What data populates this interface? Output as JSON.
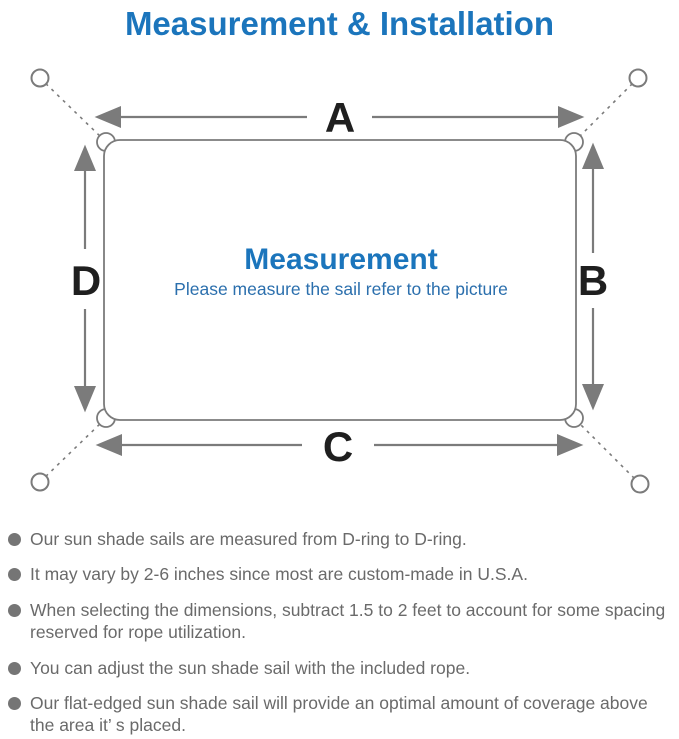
{
  "title": "Measurement & Installation",
  "diagram": {
    "label_a": "A",
    "label_b": "B",
    "label_c": "C",
    "label_d": "D",
    "center_heading": "Measurement",
    "center_subtitle": "Please measure the sail refer to the picture"
  },
  "bullets": [
    "Our sun shade sails are measured from D-ring to D-ring.",
    "It may vary by 2-6 inches since most are custom-made in U.S.A.",
    "When selecting the dimensions, subtract 1.5 to 2 feet to account for some spacing reserved for rope utilization.",
    "You can adjust the sun shade sail with the included rope.",
    "Our flat-edged sun shade sail will provide an optimal amount of coverage above the area it’ s placed."
  ],
  "colors": {
    "accent_blue": "#1b75bc",
    "subtitle_blue": "#2b6fad",
    "line_gray": "#7b7b7b",
    "label_black": "#1f1f1f",
    "text_gray": "#6a6a6a"
  }
}
